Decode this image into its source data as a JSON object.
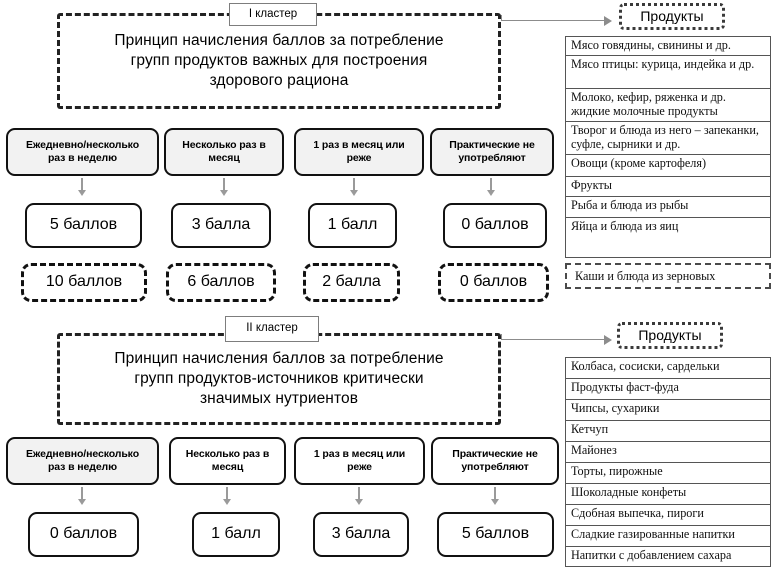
{
  "clusters": [
    {
      "tag": "I кластер",
      "title_lines": [
        "Принцип начисления баллов за потребление",
        "групп продуктов важных для построения",
        "здорового рациона"
      ],
      "frequencies": [
        {
          "lines": [
            "Ежедневно/несколько",
            "раз в неделю"
          ],
          "filled": true
        },
        {
          "lines": [
            "Несколько раз в",
            "месяц"
          ],
          "filled": true
        },
        {
          "lines": [
            "1 раз в месяц или",
            "реже"
          ],
          "filled": true
        },
        {
          "lines": [
            "Практические не",
            "употребляют"
          ],
          "filled": true
        }
      ],
      "scores_solid": [
        "5 баллов",
        "3 балла",
        "1 балл",
        "0 баллов"
      ],
      "scores_dashed": [
        "10 баллов",
        "6 баллов",
        "2 балла",
        "0 баллов"
      ],
      "products_header": "Продукты",
      "products": [
        "Мясо говядины, свинины и др.",
        "Мясо птицы: курица, индейка и др.",
        "Молоко, кефир, ряженка и др. жидкие молочные продукты",
        "Творог и блюда из него – запеканки, суфле, сырники и др.",
        "Овощи (кроме картофеля)",
        "Фрукты",
        "Рыба и блюда из рыбы",
        "Яйца и блюда из яиц"
      ],
      "products_extra": "Каши и блюда из зерновых"
    },
    {
      "tag": "II кластер",
      "title_lines": [
        "Принцип начисления баллов за потребление",
        "групп продуктов-источников критически",
        "значимых нутриентов"
      ],
      "frequencies": [
        {
          "lines": [
            "Ежедневно/несколько",
            "раз в неделю"
          ],
          "filled": true
        },
        {
          "lines": [
            "Несколько раз в",
            "месяц"
          ],
          "filled": false
        },
        {
          "lines": [
            "1 раз в месяц или",
            "реже"
          ],
          "filled": false
        },
        {
          "lines": [
            "Практические не",
            "употребляют"
          ],
          "filled": false
        }
      ],
      "scores_solid": [
        "0 баллов",
        "1 балл",
        "3 балла",
        "5 баллов"
      ],
      "products_header": "Продукты",
      "products": [
        "Колбаса, сосиски, сардельки",
        "Продукты фаст-фуда",
        "Чипсы, сухарики",
        "Кетчуп",
        "Майонез",
        "Торты, пирожные",
        "Шоколадные конфеты",
        "Сдобная выпечка, пироги",
        "Сладкие газированные напитки",
        "Напитки с добавлением сахара"
      ]
    }
  ],
  "colors": {
    "frame_border": "#222222",
    "box_border": "#111111",
    "box_fill": "#f2f2f2",
    "connector": "#9a9a9a",
    "table_border": "#555555"
  }
}
